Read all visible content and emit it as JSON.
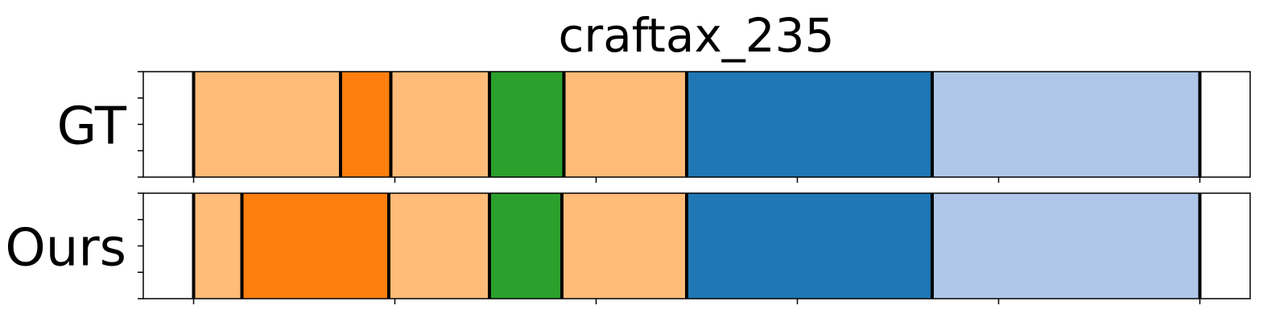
{
  "chart_data": {
    "type": "bar",
    "title": "craftax_235",
    "xlim": [
      0,
      55
    ],
    "grid": false,
    "legend": "none",
    "rows": [
      {
        "label": "GT",
        "segments": [
          {
            "start": 2.5,
            "end": 9.8,
            "color": "#ffbb78"
          },
          {
            "start": 9.8,
            "end": 12.3,
            "color": "#ff7f0e"
          },
          {
            "start": 12.3,
            "end": 17.2,
            "color": "#ffbb78"
          },
          {
            "start": 17.2,
            "end": 20.9,
            "color": "#2ca02c"
          },
          {
            "start": 20.9,
            "end": 27.0,
            "color": "#ffbb78"
          },
          {
            "start": 27.0,
            "end": 39.2,
            "color": "#1f77b4"
          },
          {
            "start": 39.2,
            "end": 52.5,
            "color": "#aec7e8"
          }
        ]
      },
      {
        "label": "Ours",
        "segments": [
          {
            "start": 2.5,
            "end": 4.9,
            "color": "#ffbb78"
          },
          {
            "start": 4.9,
            "end": 12.2,
            "color": "#ff7f0e"
          },
          {
            "start": 12.2,
            "end": 17.2,
            "color": "#ffbb78"
          },
          {
            "start": 17.2,
            "end": 20.8,
            "color": "#2ca02c"
          },
          {
            "start": 20.8,
            "end": 27.0,
            "color": "#ffbb78"
          },
          {
            "start": 27.0,
            "end": 39.2,
            "color": "#1f77b4"
          },
          {
            "start": 39.2,
            "end": 52.5,
            "color": "#aec7e8"
          }
        ]
      }
    ],
    "x_ticks": [
      2.5,
      12.5,
      22.5,
      32.5,
      42.5,
      52.5
    ],
    "y_ticks_per_row": 5
  }
}
